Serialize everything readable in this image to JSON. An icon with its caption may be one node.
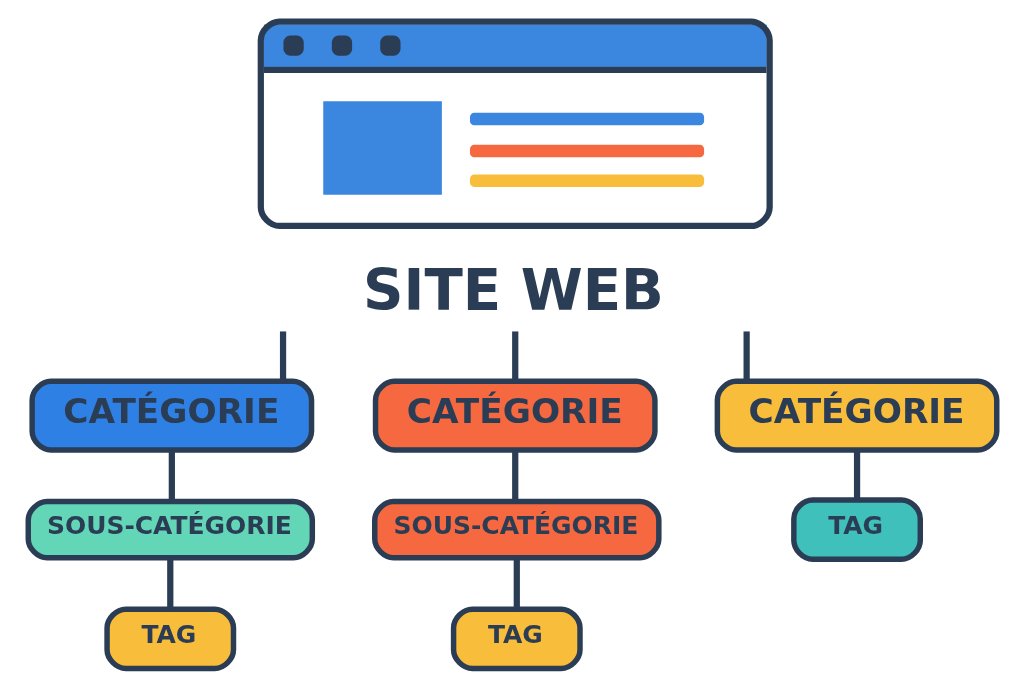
{
  "diagram": {
    "nodes": [
      {
        "text": [
          "SITE WEB"
        ]
      },
      {
        "text": [
          "CATÉGORIE"
        ]
      },
      {
        "text": [
          "CATÉGORIE"
        ]
      },
      {
        "text": [
          "CATÉGORIE"
        ]
      },
      {
        "text": [
          "SOUS-CATÉGORIE"
        ]
      },
      {
        "text": [
          "SOUS-CATÉGORIE"
        ]
      },
      {
        "text": [
          "TAG"
        ]
      },
      {
        "text": [
          "TAG"
        ]
      },
      {
        "text": [
          "TAG"
        ]
      }
    ],
    "edges": [
      {
        "from": 0,
        "to": 1,
        "arrow": "none"
      },
      {
        "from": 0,
        "to": 2,
        "arrow": "none"
      },
      {
        "from": 0,
        "to": 3,
        "arrow": "none"
      },
      {
        "from": 1,
        "to": 4,
        "arrow": "none"
      },
      {
        "from": 2,
        "to": 5,
        "arrow": "none"
      },
      {
        "from": 3,
        "to": 6,
        "arrow": "none"
      },
      {
        "from": 4,
        "to": 7,
        "arrow": "none"
      },
      {
        "from": 5,
        "to": 8,
        "arrow": "none"
      }
    ]
  }
}
